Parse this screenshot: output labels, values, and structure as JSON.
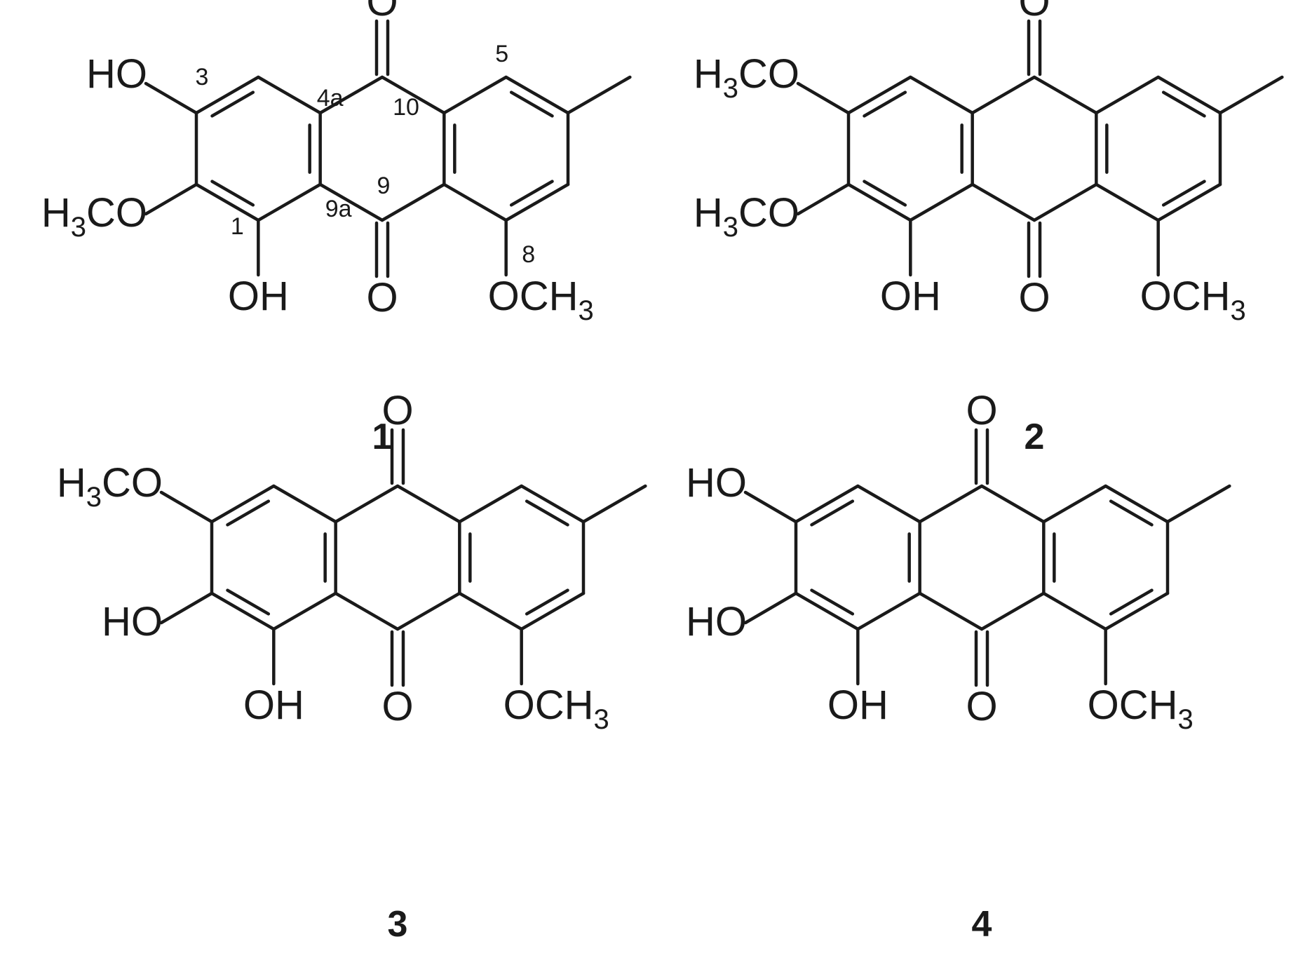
{
  "compounds": [
    {
      "id": "1",
      "substituents": {
        "c3": [
          "HO",
          ""
        ],
        "c2": [
          "H",
          "3",
          "CO"
        ],
        "c1": [
          "OH"
        ],
        "c8": [
          "OCH",
          "3"
        ],
        "o9": "O",
        "o10": "O"
      },
      "locants": [
        "3",
        "4a",
        "10",
        "5",
        "9",
        "1",
        "9a",
        "8"
      ]
    },
    {
      "id": "2",
      "substituents": {
        "c3": [
          "H",
          "3",
          "CO"
        ],
        "c2": [
          "H",
          "3",
          "CO"
        ],
        "c1": [
          "OH"
        ],
        "c8": [
          "OCH",
          "3"
        ],
        "o9": "O",
        "o10": "O"
      },
      "locants": []
    },
    {
      "id": "3",
      "substituents": {
        "c3": [
          "H",
          "3",
          "CO"
        ],
        "c2": [
          "HO",
          ""
        ],
        "c1": [
          "OH"
        ],
        "c8": [
          "OCH",
          "3"
        ],
        "o9": "O",
        "o10": "O"
      },
      "locants": []
    },
    {
      "id": "4",
      "substituents": {
        "c3": [
          "HO",
          ""
        ],
        "c2": [
          "HO",
          ""
        ],
        "c1": [
          "OH"
        ],
        "c8": [
          "OCH",
          "3"
        ],
        "o9": "O",
        "o10": "O"
      },
      "locants": []
    }
  ]
}
